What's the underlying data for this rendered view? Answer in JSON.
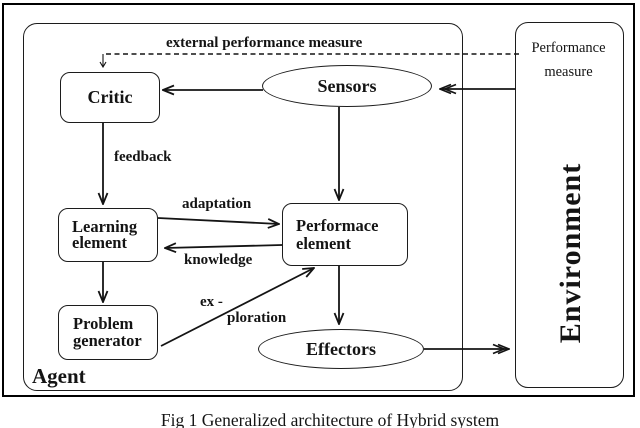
{
  "figure": {
    "caption": "Fig 1 Generalized architecture of Hybrid system"
  },
  "diagram": {
    "agent_label": "Agent",
    "environment_label": "Environment",
    "boxes": {
      "critic": "Critic",
      "learning": {
        "line1": "Learning",
        "line2": "element"
      },
      "problem": {
        "line1": "Problem",
        "line2": "generator"
      },
      "performance_element": {
        "line1": "Performace",
        "line2": "element"
      },
      "performance_measure": {
        "line1": "Performance",
        "line2": "measure"
      }
    },
    "nodes": {
      "sensors": "Sensors",
      "effectors": "Effectors"
    },
    "edge_labels": {
      "external": "external performance measure",
      "feedback": "feedback",
      "adaptation": "adaptation",
      "knowledge": "knowledge",
      "exploration_line1": "ex -",
      "exploration_line2": "ploration"
    },
    "colors": {
      "ink": "#141414",
      "background": "#ffffff"
    }
  }
}
